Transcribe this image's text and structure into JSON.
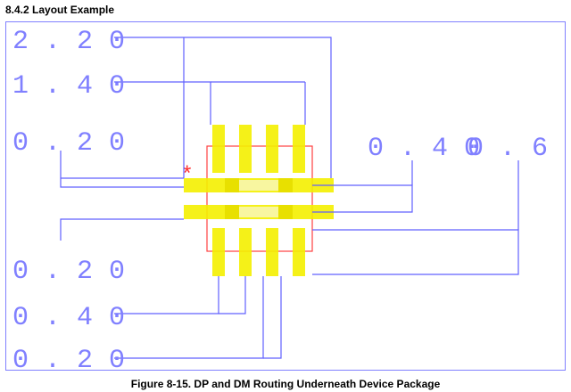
{
  "heading": "8.4.2 Layout Example",
  "caption": "Figure 8-15. DP and DM Routing Underneath Device Package",
  "dimensions": {
    "left": [
      "2 . 2 0",
      "1 . 4 0",
      "0 . 2 0",
      "0 . 2 0",
      "0 . 4 0",
      "0 . 2 0"
    ],
    "right": [
      "0 . 4 0",
      "0 . 6 0"
    ]
  },
  "colors": {
    "trace": "#6060ff",
    "dimension_text": "#8080ff",
    "pad": "#f4f000",
    "body_outline": "#ff4040",
    "frame": "#8080ff"
  },
  "pin1_marker": "*"
}
